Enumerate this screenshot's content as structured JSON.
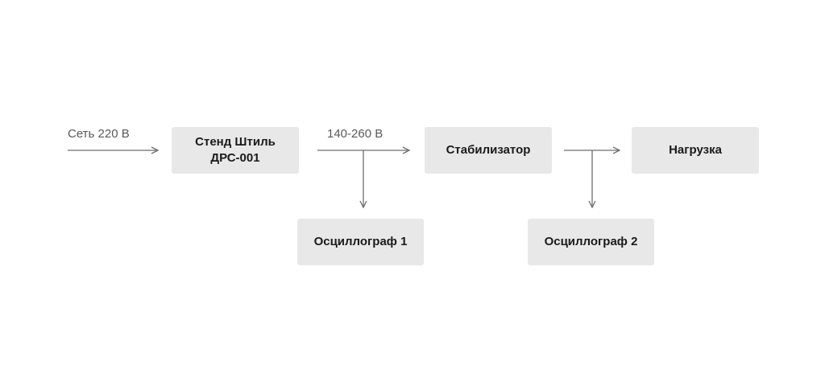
{
  "nodes": {
    "stand": "Стенд Штиль\nДРС-001",
    "stabilizer": "Стабилизатор",
    "load": "Нагрузка",
    "oscilloscope1": "Осциллограф 1",
    "oscilloscope2": "Осциллограф 2"
  },
  "edges": {
    "mains_label": "Сеть 220 В",
    "range_label": "140-260 В"
  },
  "colors": {
    "box_fill": "#e8e8e8",
    "arrow": "#6e6e6e",
    "text": "#1a1a1a",
    "label": "#595959"
  }
}
